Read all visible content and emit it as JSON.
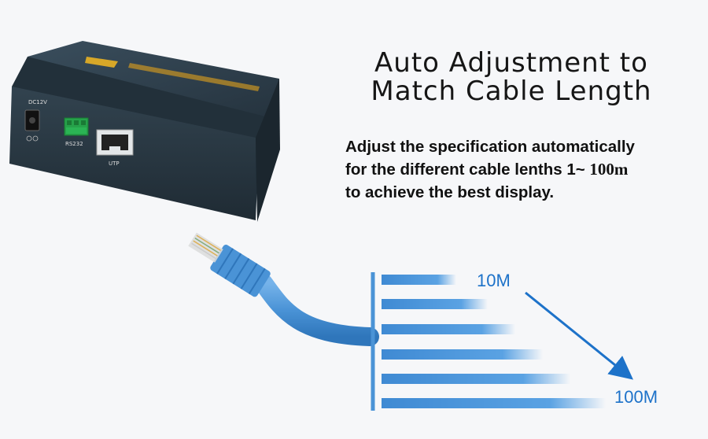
{
  "title_line1": "Auto Adjustment to",
  "title_line2": "Match Cable Length",
  "description": {
    "line1": "Adjust  the  specification automatically",
    "line2_prefix": "for the different cable lenths 1~ ",
    "line2_range": "100m",
    "line3": "to achieve the best display."
  },
  "device": {
    "power_label": "DC12V",
    "serial_label": "RS232",
    "port_label": "UTP"
  },
  "diagram": {
    "label_short": "10M",
    "label_long": "100M"
  },
  "colors": {
    "cable_blue": "#4a93d6",
    "label_blue": "#1d72c9",
    "device_body": "#2a3b48"
  },
  "icons": [
    "device-box",
    "rj45-port",
    "power-jack",
    "terminal-block",
    "network-cable",
    "arrow-icon"
  ]
}
